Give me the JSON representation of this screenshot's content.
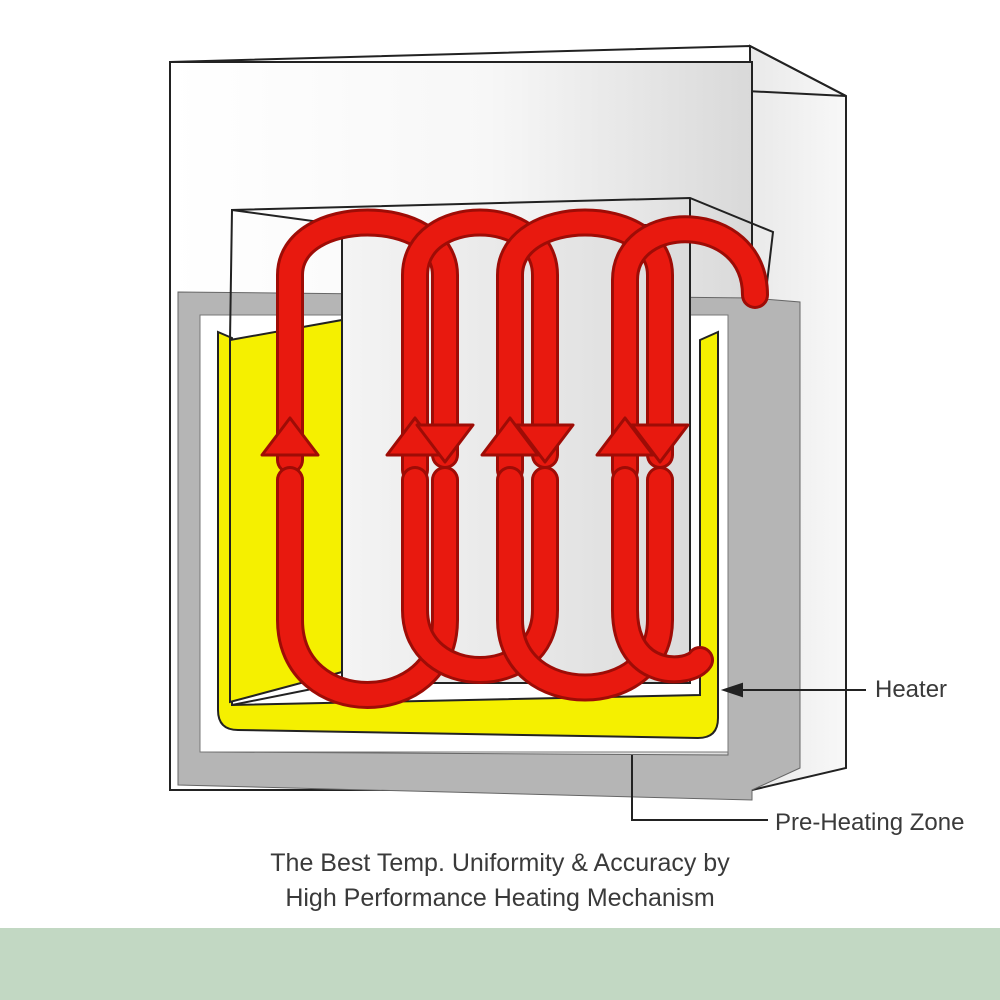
{
  "labels": {
    "heater": "Heater",
    "pre_heating_zone": "Pre-Heating Zone"
  },
  "caption": {
    "line1": "The Best Temp. Uniformity & Accuracy by",
    "line2": "High Performance Heating Mechanism"
  },
  "colors": {
    "airflow": "#e8190f",
    "heater": "#f5f000",
    "chamber_wall": "#b8b8b8",
    "outline": "#222222",
    "footer_band": "#c2d8c3"
  }
}
